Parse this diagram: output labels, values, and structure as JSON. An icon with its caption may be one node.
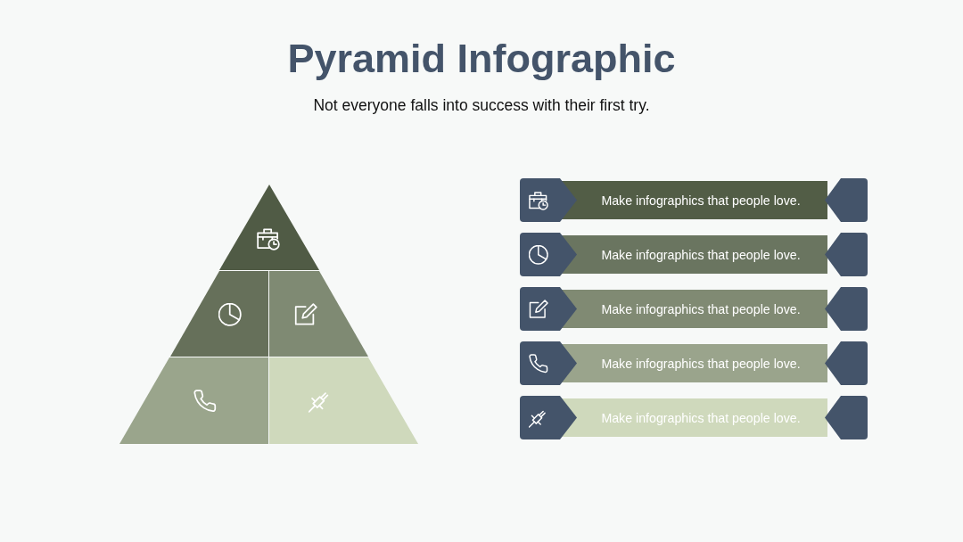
{
  "diagram": {
    "title": "Pyramid Infographic",
    "nodes": [
      {
        "text": [],
        "shape": "triangle"
      },
      {
        "text": [],
        "shape": "trapezoid"
      },
      {
        "text": [],
        "shape": "trapezoid"
      },
      {
        "text": [],
        "shape": "trapezoid"
      },
      {
        "text": [],
        "shape": "trapezoid"
      },
      {
        "text": [
          "Make infographics that people love."
        ]
      },
      {
        "text": [
          "Make infographics that people love."
        ]
      },
      {
        "text": [
          "Make infographics that people love."
        ]
      },
      {
        "text": [
          "Make infographics that people love."
        ]
      },
      {
        "text": [
          "Make infographics that people love."
        ]
      }
    ],
    "labels": [
      "Not everyone falls into success with their first try."
    ]
  }
}
